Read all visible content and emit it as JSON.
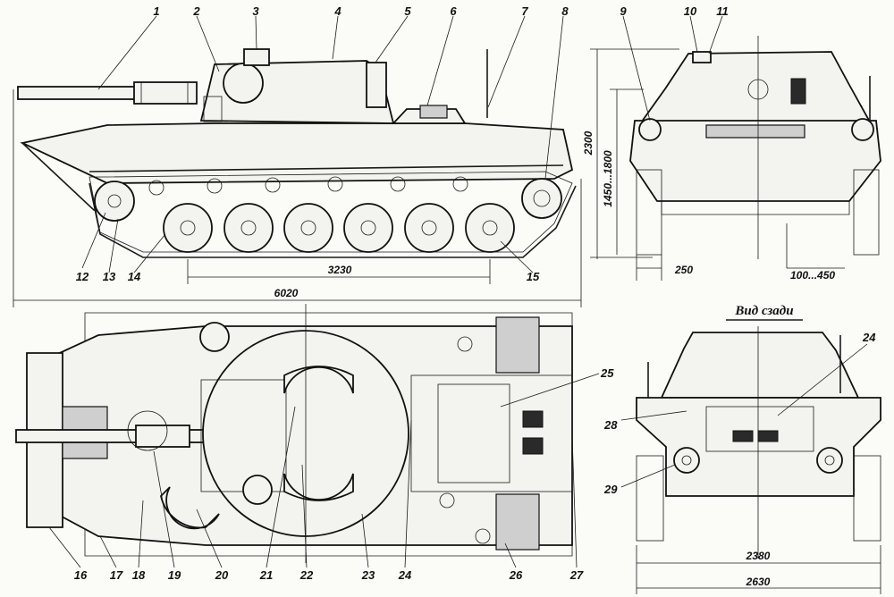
{
  "callouts": {
    "n1": "1",
    "n2": "2",
    "n3": "3",
    "n4": "4",
    "n5": "5",
    "n6": "6",
    "n7": "7",
    "n8": "8",
    "n9": "9",
    "n10": "10",
    "n11": "11",
    "n12": "12",
    "n13": "13",
    "n14": "14",
    "n15": "15",
    "n16": "16",
    "n17": "17",
    "n18": "18",
    "n19": "19",
    "n20": "20",
    "n21": "21",
    "n22": "22",
    "n23": "23",
    "n24": "24",
    "n24b": "24",
    "n25": "25",
    "n26": "26",
    "n27": "27",
    "n28": "28",
    "n29": "29"
  },
  "dimensions": {
    "track_base": "3230",
    "overall_length": "6020",
    "overall_height": "2300",
    "adjustable_height": "1450...1800",
    "ground_clearance": "100...450",
    "track_width": "250",
    "inner_width": "2380",
    "overall_width": "2630"
  },
  "views": {
    "rear_view_title": "Вид сзади"
  }
}
